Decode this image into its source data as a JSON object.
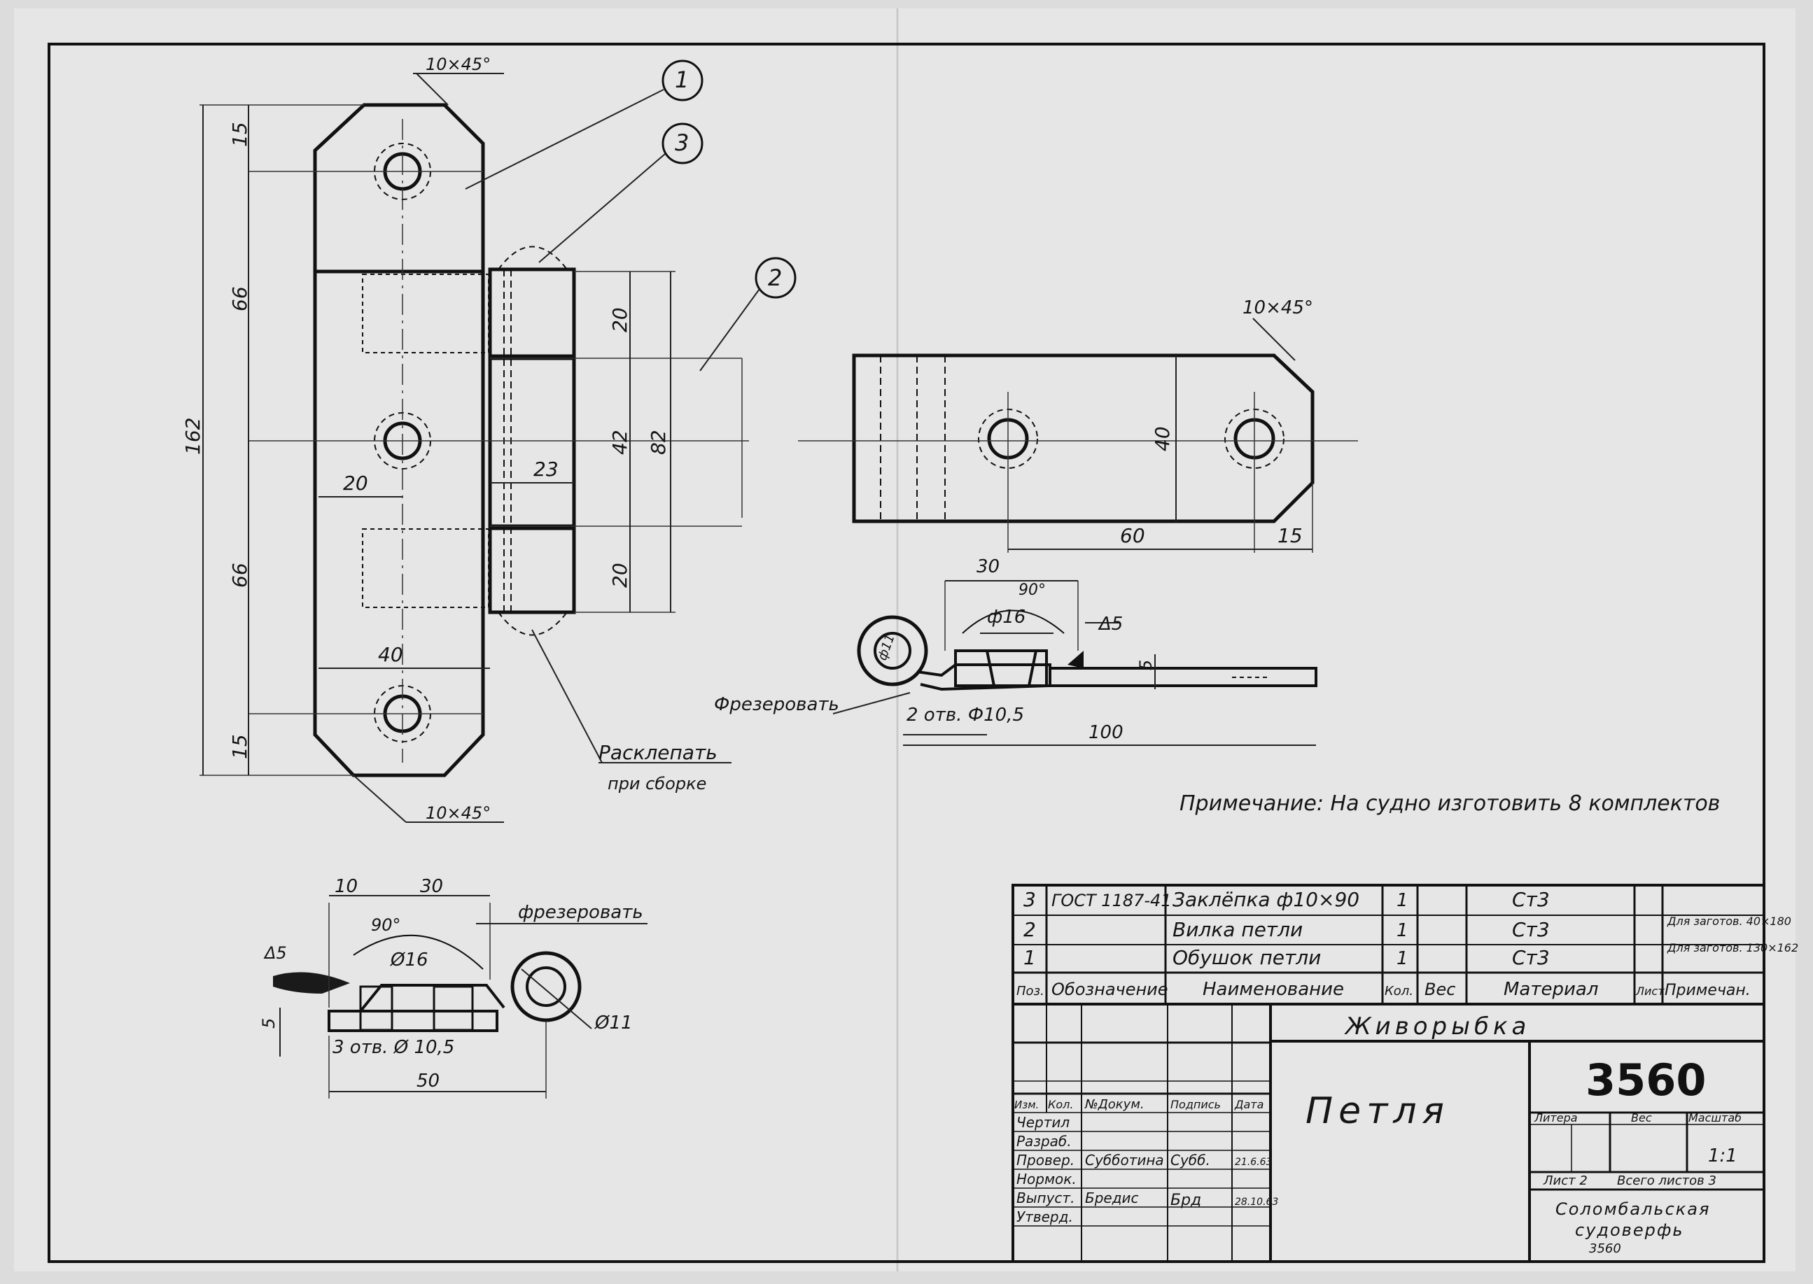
{
  "view1": {
    "chamfer_top": "10×45°",
    "chamfer_bottom": "10×45°",
    "dims": {
      "d15a": "15",
      "d66a": "66",
      "d162": "162",
      "d66b": "66",
      "d15b": "15",
      "d20": "20",
      "d40": "40",
      "d23": "23",
      "d20a": "20",
      "d42": "42",
      "d82": "82",
      "d20b": "20"
    },
    "balloons": [
      "1",
      "3",
      "2"
    ],
    "rivet_note_1": "Расклепать",
    "rivet_note_2": "при сборке"
  },
  "view2": {
    "chamfer": "10×45°",
    "d40": "40",
    "d60": "60",
    "d15": "15"
  },
  "view3": {
    "d30": "30",
    "d90": "90°",
    "d16": "ф16",
    "d11": "ф11",
    "weld": "Δ5",
    "d5": "5",
    "mill": "Фрезеровать",
    "holes": "2 отв. Ф10,5",
    "d100": "100"
  },
  "view4": {
    "d10": "10",
    "d30": "30",
    "d90": "90°",
    "mill": "фрезеровать",
    "weld": "Δ5",
    "d16": "Ø16",
    "d5": "5",
    "d11": "Ø11",
    "holes": "3 отв. Ø 10,5",
    "d50": "50"
  },
  "note": "Примечание: На судно изготовить 8 комплектов",
  "spec": {
    "rows": [
      {
        "pos": "3",
        "doc": "ГОСТ 1187-41",
        "name": "Заклёпка ф10×90",
        "qty": "1",
        "mat": "Ст3",
        "note": ""
      },
      {
        "pos": "2",
        "doc": "",
        "name": "Вилка петли",
        "qty": "1",
        "mat": "Ст3",
        "note": "Для заготов. 40×180"
      },
      {
        "pos": "1",
        "doc": "",
        "name": "Обушок петли",
        "qty": "1",
        "mat": "Ст3",
        "note": "Для заготов. 130×162"
      }
    ],
    "header": {
      "pos": "Поз.",
      "doc": "Обозначение",
      "name": "Наименование",
      "qty": "Кол.",
      "wt": "Вес",
      "mat": "Материал",
      "sheet": "Лист",
      "note": "Примечан."
    }
  },
  "title_block": {
    "project": "Живорыбка",
    "title": "Петля",
    "number": "3560",
    "cols": {
      "izm": "Изм.",
      "kol": "Кол.",
      "doc": "№Докум.",
      "sign": "Подпись",
      "date": "Дата"
    },
    "roles": [
      "Чертил",
      "Разраб.",
      "Провер.",
      "Нормок.",
      "Выпуст.",
      "Утверд."
    ],
    "prover_name": "Субботина",
    "prover_sign": "Субб.",
    "prover_date": "21.6.63",
    "vypust_name": "Бредис",
    "vypust_sign": "Брд",
    "vypust_date": "28.10.63",
    "litera": "Литера",
    "ves": "Вес",
    "masshtab": "Масштаб",
    "scale": "1:1",
    "sheet": "Лист 2",
    "total": "Всего листов 3",
    "org1": "Соломбальская",
    "org2": "судоверфь"
  },
  "stamp_number": "3560"
}
